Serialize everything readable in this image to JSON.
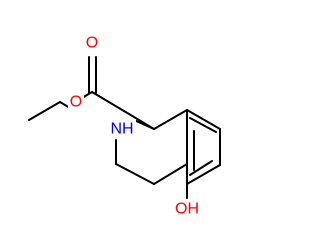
{
  "molecule": {
    "atoms": {
      "carbonyl_oxygen": {
        "label": "O",
        "color": "#ff0000"
      },
      "ester_oxygen": {
        "label": "O",
        "color": "#ff0000"
      },
      "ring_nitrogen": {
        "label": "NH",
        "color": "#0000ff"
      },
      "hydroxyl": {
        "label": "OH",
        "color": "#ff0000"
      }
    }
  }
}
